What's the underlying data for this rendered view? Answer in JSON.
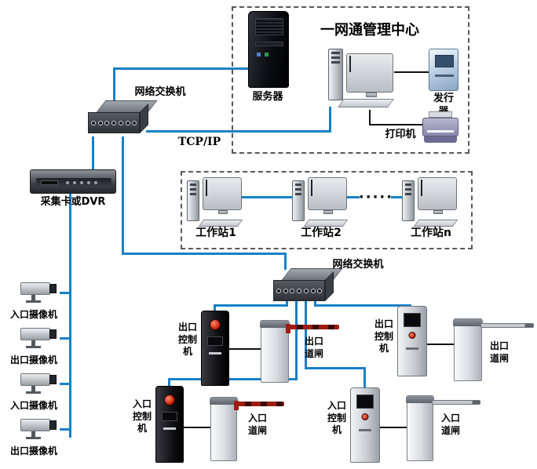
{
  "colors": {
    "connector_blue": "#1581c8",
    "wire_black": "#111111",
    "dash_border": "#595959"
  },
  "management_center": {
    "title": "一网通管理中心",
    "server_label": "服务器",
    "issuer_label": "发行\n器",
    "printer_label": "打印机"
  },
  "network": {
    "top_switch_label": "网络交换机",
    "bottom_switch_label": "网络交换机",
    "tcpip_label": "TCP/IP",
    "dvr_label": "采集卡或DVR"
  },
  "cameras": [
    {
      "label": "入口摄像机"
    },
    {
      "label": "出口摄像机"
    },
    {
      "label": "入口摄像机"
    },
    {
      "label": "出口摄像机"
    }
  ],
  "workstations": {
    "items": [
      {
        "label": "工作站1"
      },
      {
        "label": "工作站2"
      },
      {
        "label": "工作站n"
      }
    ],
    "ellipsis": "·····"
  },
  "lanes": {
    "exit_left": {
      "controller_label": "出口\n控制\n机",
      "barrier_label": "出口\n道闸"
    },
    "exit_right": {
      "controller_label": "出口\n控制\n机",
      "barrier_label": "出口\n道闸"
    },
    "entry_left": {
      "controller_label": "入口\n控制\n机",
      "barrier_label": "入口\n道闸"
    },
    "entry_right": {
      "controller_label": "入口\n控制\n机",
      "barrier_label": "入口\n道闸"
    }
  }
}
